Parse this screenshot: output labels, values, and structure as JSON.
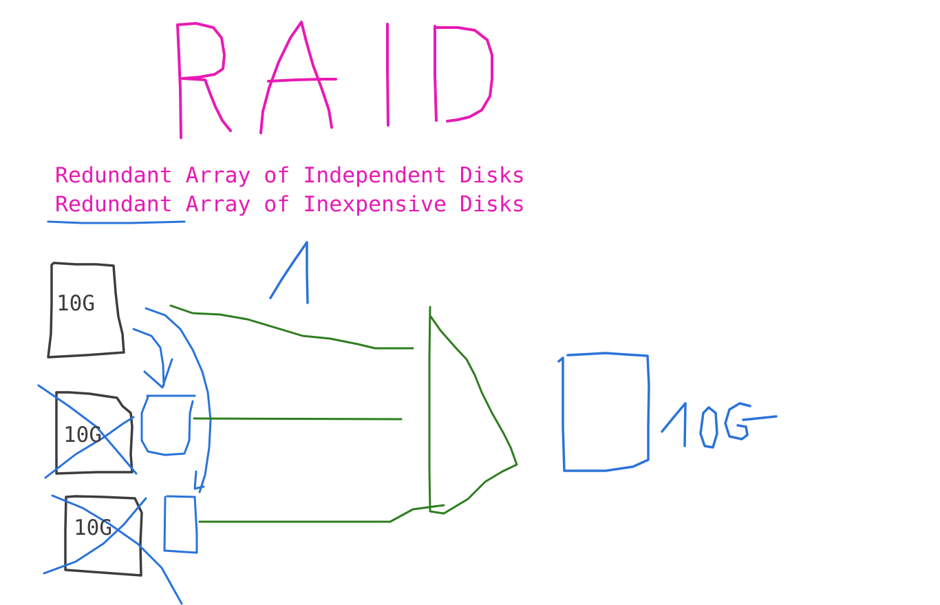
{
  "title": "RAID",
  "subtitles": [
    "Redundant Array of Independent Disks",
    "Redundant Array of Inexpensive Disks"
  ],
  "raid_level": "1",
  "disks": [
    {
      "label": "10G",
      "status": "ok"
    },
    {
      "label": "10G",
      "status": "failed"
    },
    {
      "label": "10G",
      "status": "failed"
    }
  ],
  "result_disk": {
    "label": "10G"
  },
  "colors": {
    "title": "#e81ab4",
    "subtitle": "#e81ab4",
    "disk_outline": "#3d3d3d",
    "disk_text": "#3d3d3d",
    "annotation": "#2a73d9",
    "connector": "#2e7d1f"
  },
  "icons": [
    "hdd-icon",
    "cross-mark-icon",
    "merge-shape-icon",
    "arrow-icon"
  ]
}
